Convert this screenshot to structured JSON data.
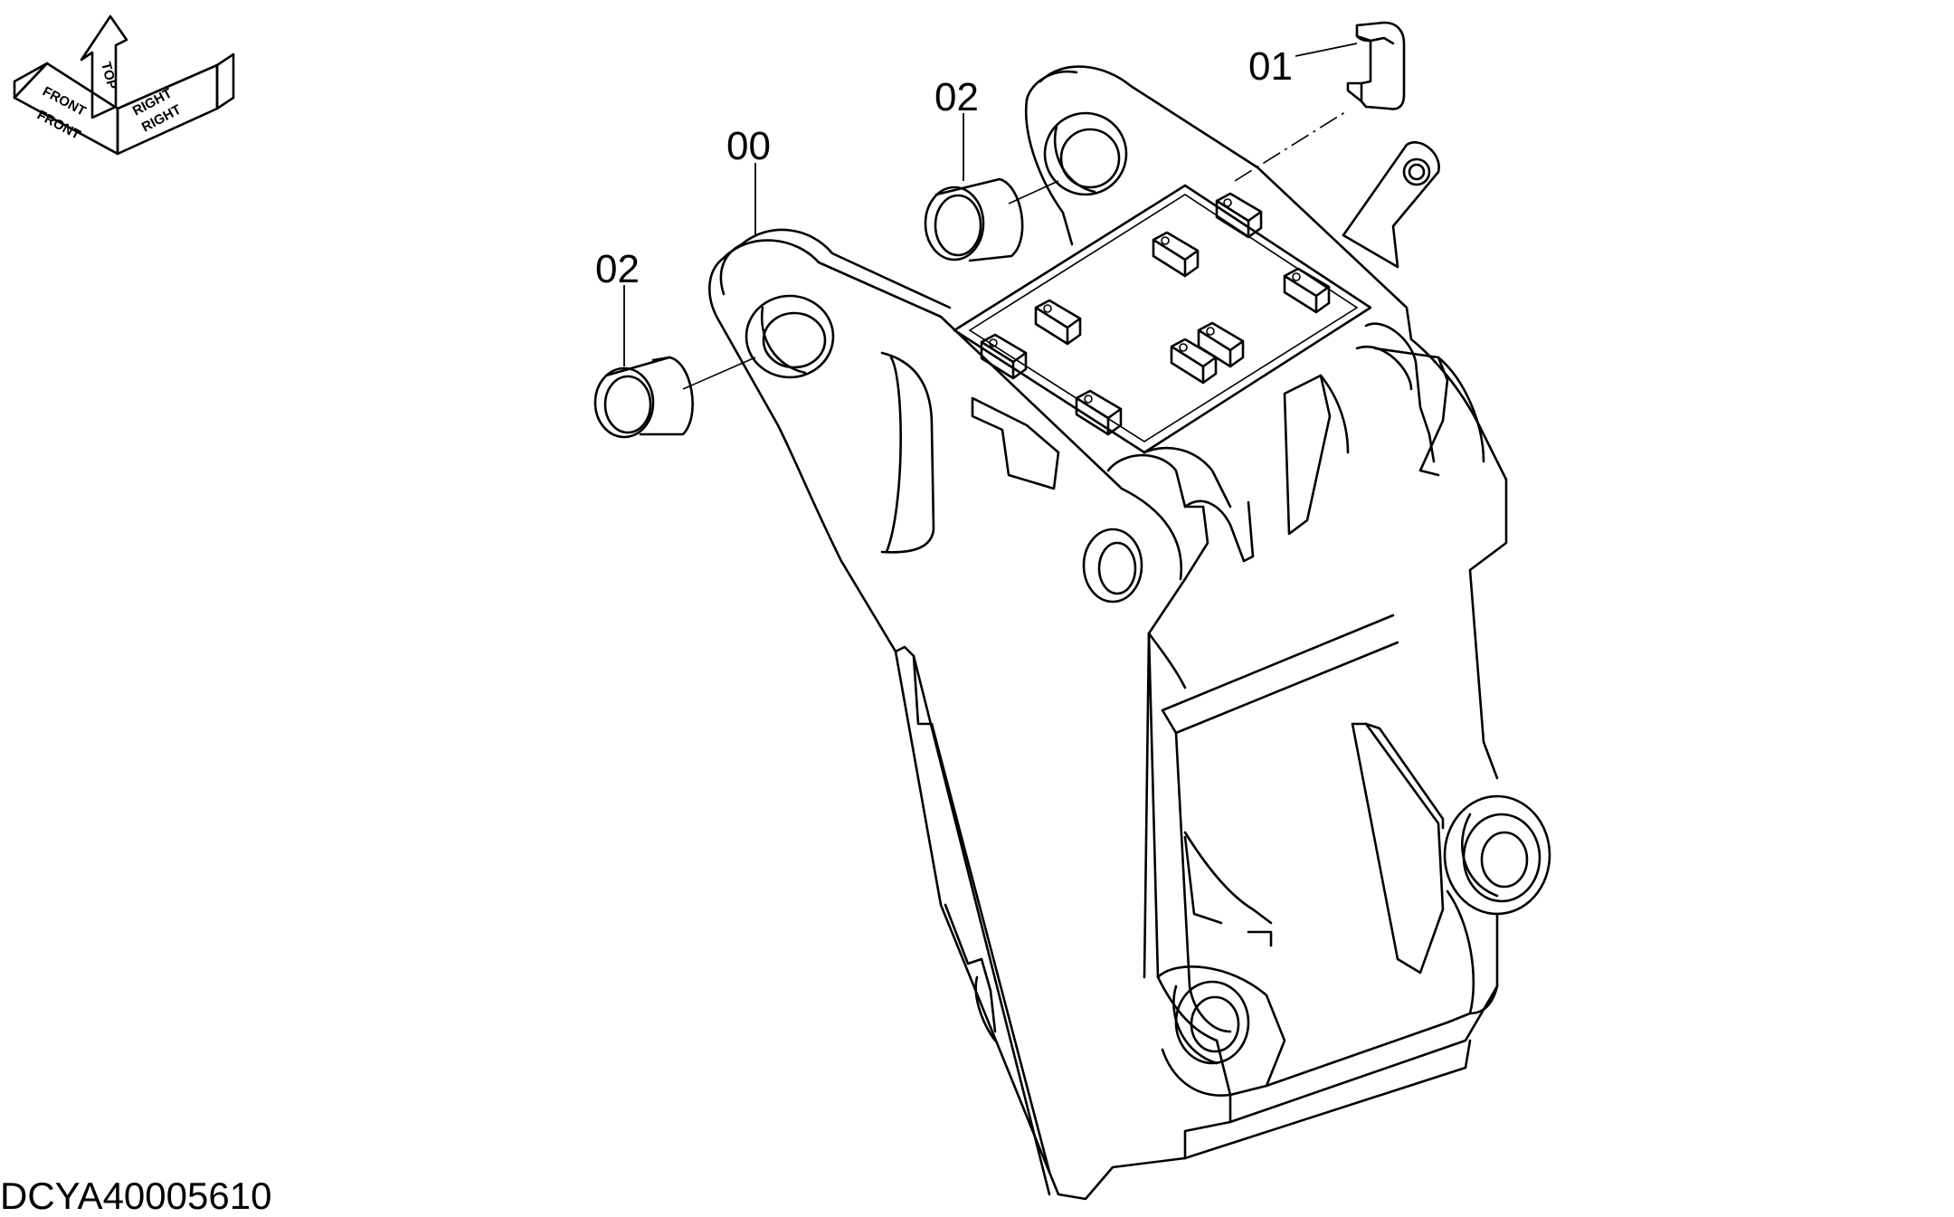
{
  "orientation_icon": {
    "label_front": "FRONT",
    "label_top": "TOP",
    "label_right": "RIGHT"
  },
  "callouts": {
    "frame": "00",
    "stopper": "01",
    "bushing_left": "02",
    "bushing_right": "02"
  },
  "drawing_number": "DCYA40005610"
}
